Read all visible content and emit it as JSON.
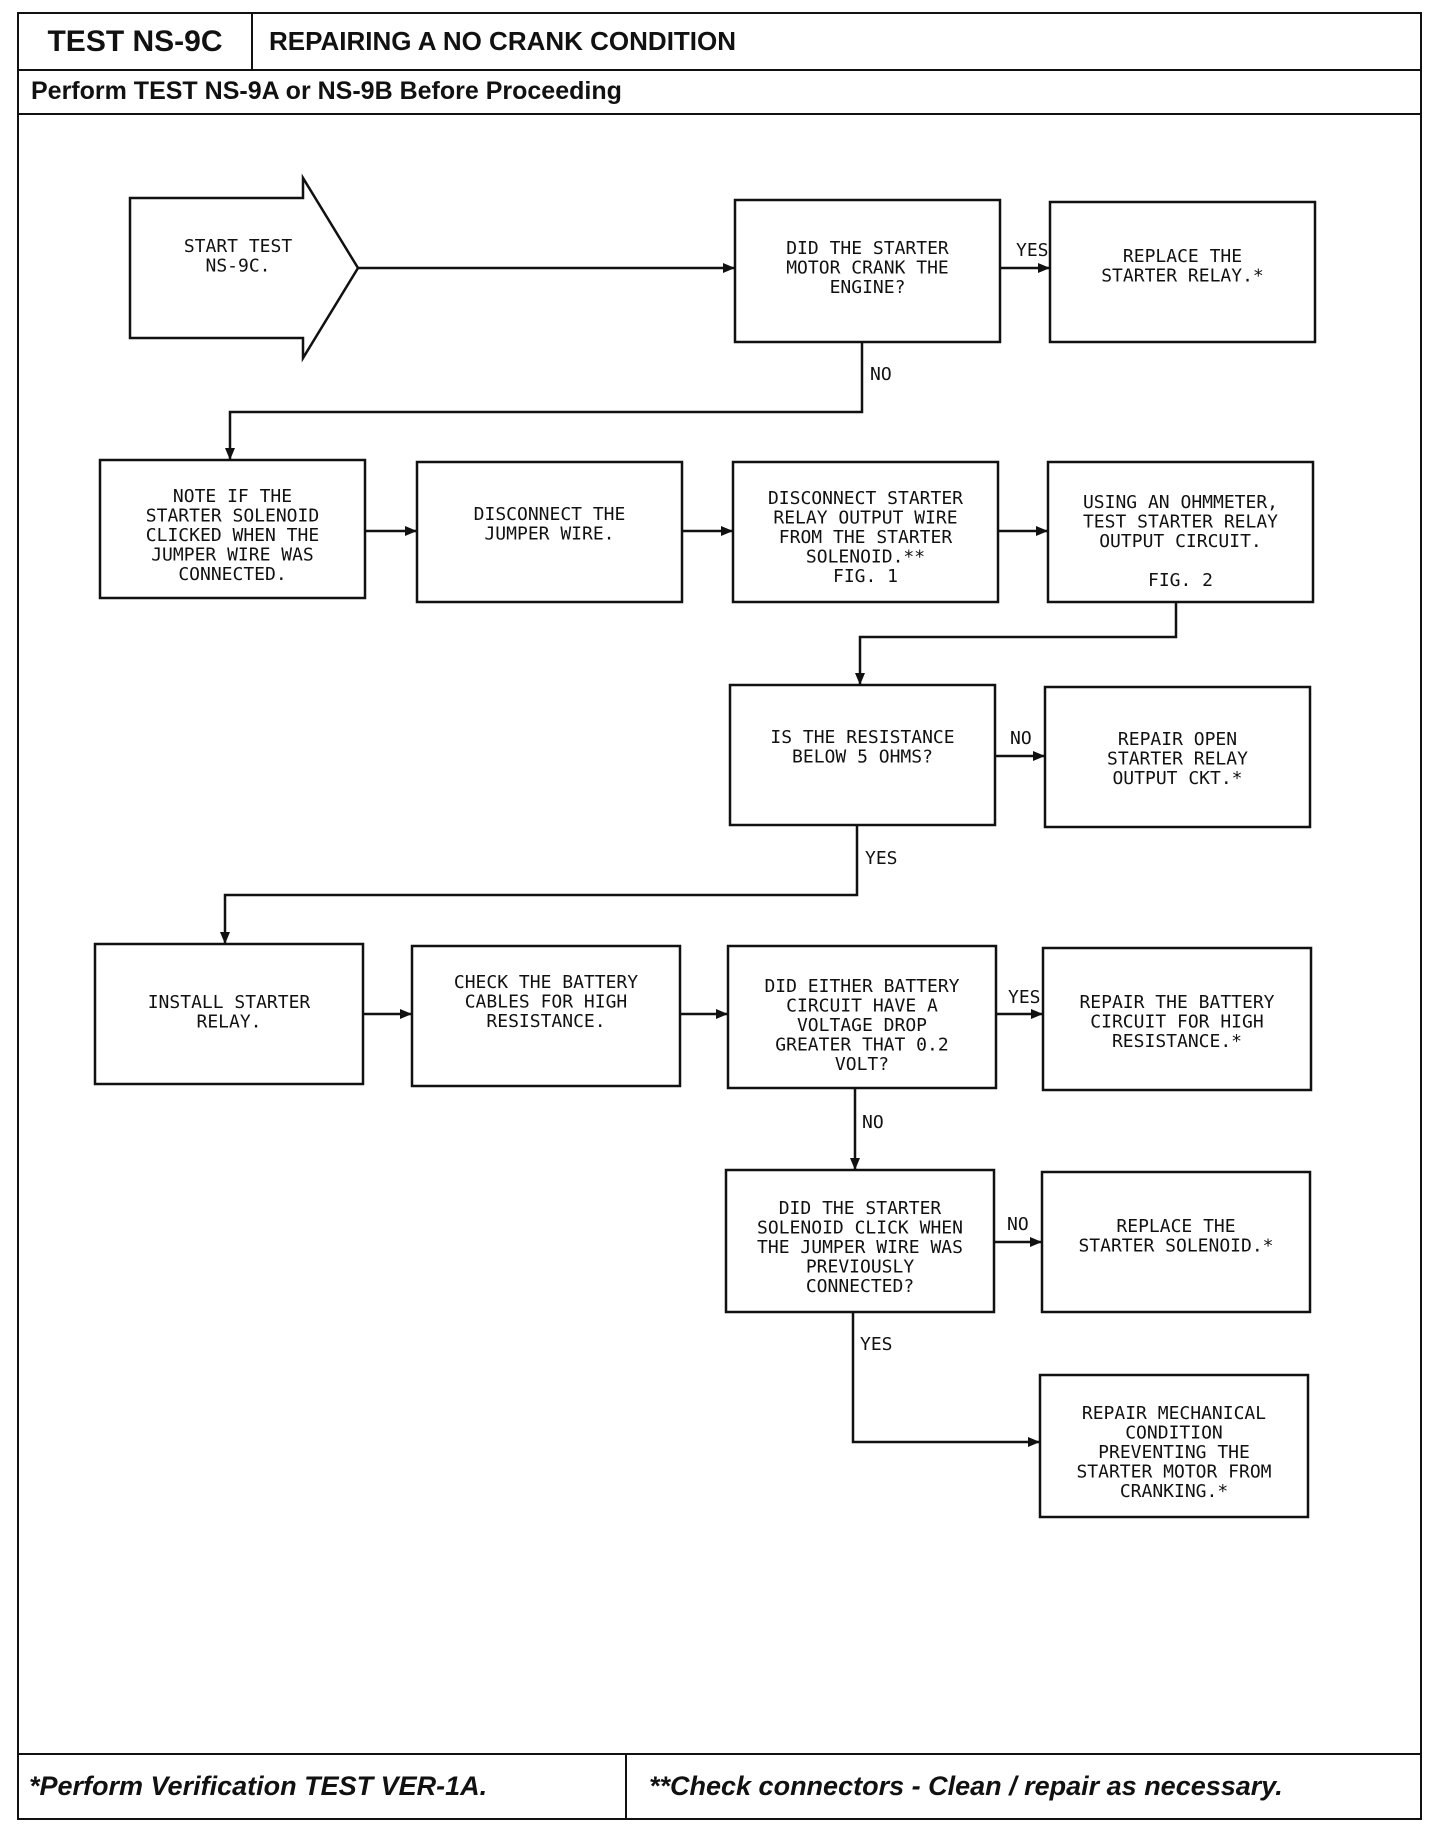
{
  "header": {
    "test_id": "TEST NS-9C",
    "title": "REPAIRING A NO CRANK CONDITION",
    "prerequisite": "Perform TEST NS-9A or NS-9B Before Proceeding"
  },
  "footer": {
    "note_single": "*Perform Verification TEST VER-1A.",
    "note_double": "**Check connectors - Clean / repair as necessary."
  },
  "flowchart": {
    "nodes": [
      {
        "id": "start",
        "shape": "arrow",
        "lines": [
          "START TEST",
          "NS-9C."
        ]
      },
      {
        "id": "q_crank",
        "lines": [
          "DID THE STARTER",
          "MOTOR CRANK THE",
          "ENGINE?"
        ]
      },
      {
        "id": "replace_relay",
        "lines": [
          "REPLACE THE",
          "STARTER RELAY.*"
        ]
      },
      {
        "id": "note_click",
        "lines": [
          "NOTE IF THE",
          "STARTER SOLENOID",
          "CLICKED WHEN THE",
          "JUMPER WIRE WAS",
          "CONNECTED."
        ]
      },
      {
        "id": "disconnect_jumper",
        "lines": [
          "DISCONNECT THE",
          "JUMPER WIRE."
        ]
      },
      {
        "id": "disconnect_relay_wire",
        "lines": [
          "DISCONNECT STARTER",
          "RELAY OUTPUT WIRE",
          "FROM THE STARTER",
          "SOLENOID.**",
          "FIG. 1"
        ]
      },
      {
        "id": "ohmmeter",
        "lines": [
          "USING AN OHMMETER,",
          "TEST STARTER RELAY",
          "OUTPUT CIRCUIT.",
          "",
          "FIG. 2"
        ]
      },
      {
        "id": "q_resistance",
        "lines": [
          "IS THE RESISTANCE",
          "BELOW 5 OHMS?"
        ]
      },
      {
        "id": "repair_open",
        "lines": [
          "REPAIR OPEN",
          "STARTER RELAY",
          "OUTPUT CKT.*"
        ]
      },
      {
        "id": "install_relay",
        "lines": [
          "INSTALL STARTER",
          "RELAY."
        ]
      },
      {
        "id": "check_cables",
        "lines": [
          "CHECK THE BATTERY",
          "CABLES FOR HIGH",
          "RESISTANCE."
        ]
      },
      {
        "id": "q_voltage",
        "lines": [
          "DID EITHER BATTERY",
          "CIRCUIT HAVE A",
          "VOLTAGE DROP",
          "GREATER THAT 0.2",
          "VOLT?"
        ]
      },
      {
        "id": "repair_battery",
        "lines": [
          "REPAIR THE BATTERY",
          "CIRCUIT FOR HIGH",
          "RESISTANCE.*"
        ]
      },
      {
        "id": "q_solenoid",
        "lines": [
          "DID THE STARTER",
          "SOLENOID CLICK WHEN",
          "THE JUMPER WIRE WAS",
          "PREVIOUSLY",
          "CONNECTED?"
        ]
      },
      {
        "id": "replace_solenoid",
        "lines": [
          "REPLACE THE",
          "STARTER SOLENOID.*"
        ]
      },
      {
        "id": "repair_mech",
        "lines": [
          "REPAIR MECHANICAL",
          "CONDITION",
          "PREVENTING THE",
          "STARTER MOTOR FROM",
          "CRANKING.*"
        ]
      }
    ],
    "branch_labels": [
      {
        "id": "yes_crank",
        "text": "YES"
      },
      {
        "id": "no_crank",
        "text": "NO"
      },
      {
        "id": "no_resistance",
        "text": "NO"
      },
      {
        "id": "yes_resistance",
        "text": "YES"
      },
      {
        "id": "yes_voltage",
        "text": "YES"
      },
      {
        "id": "no_voltage",
        "text": "NO"
      },
      {
        "id": "no_solenoid",
        "text": "NO"
      },
      {
        "id": "yes_solenoid",
        "text": "YES"
      }
    ]
  }
}
